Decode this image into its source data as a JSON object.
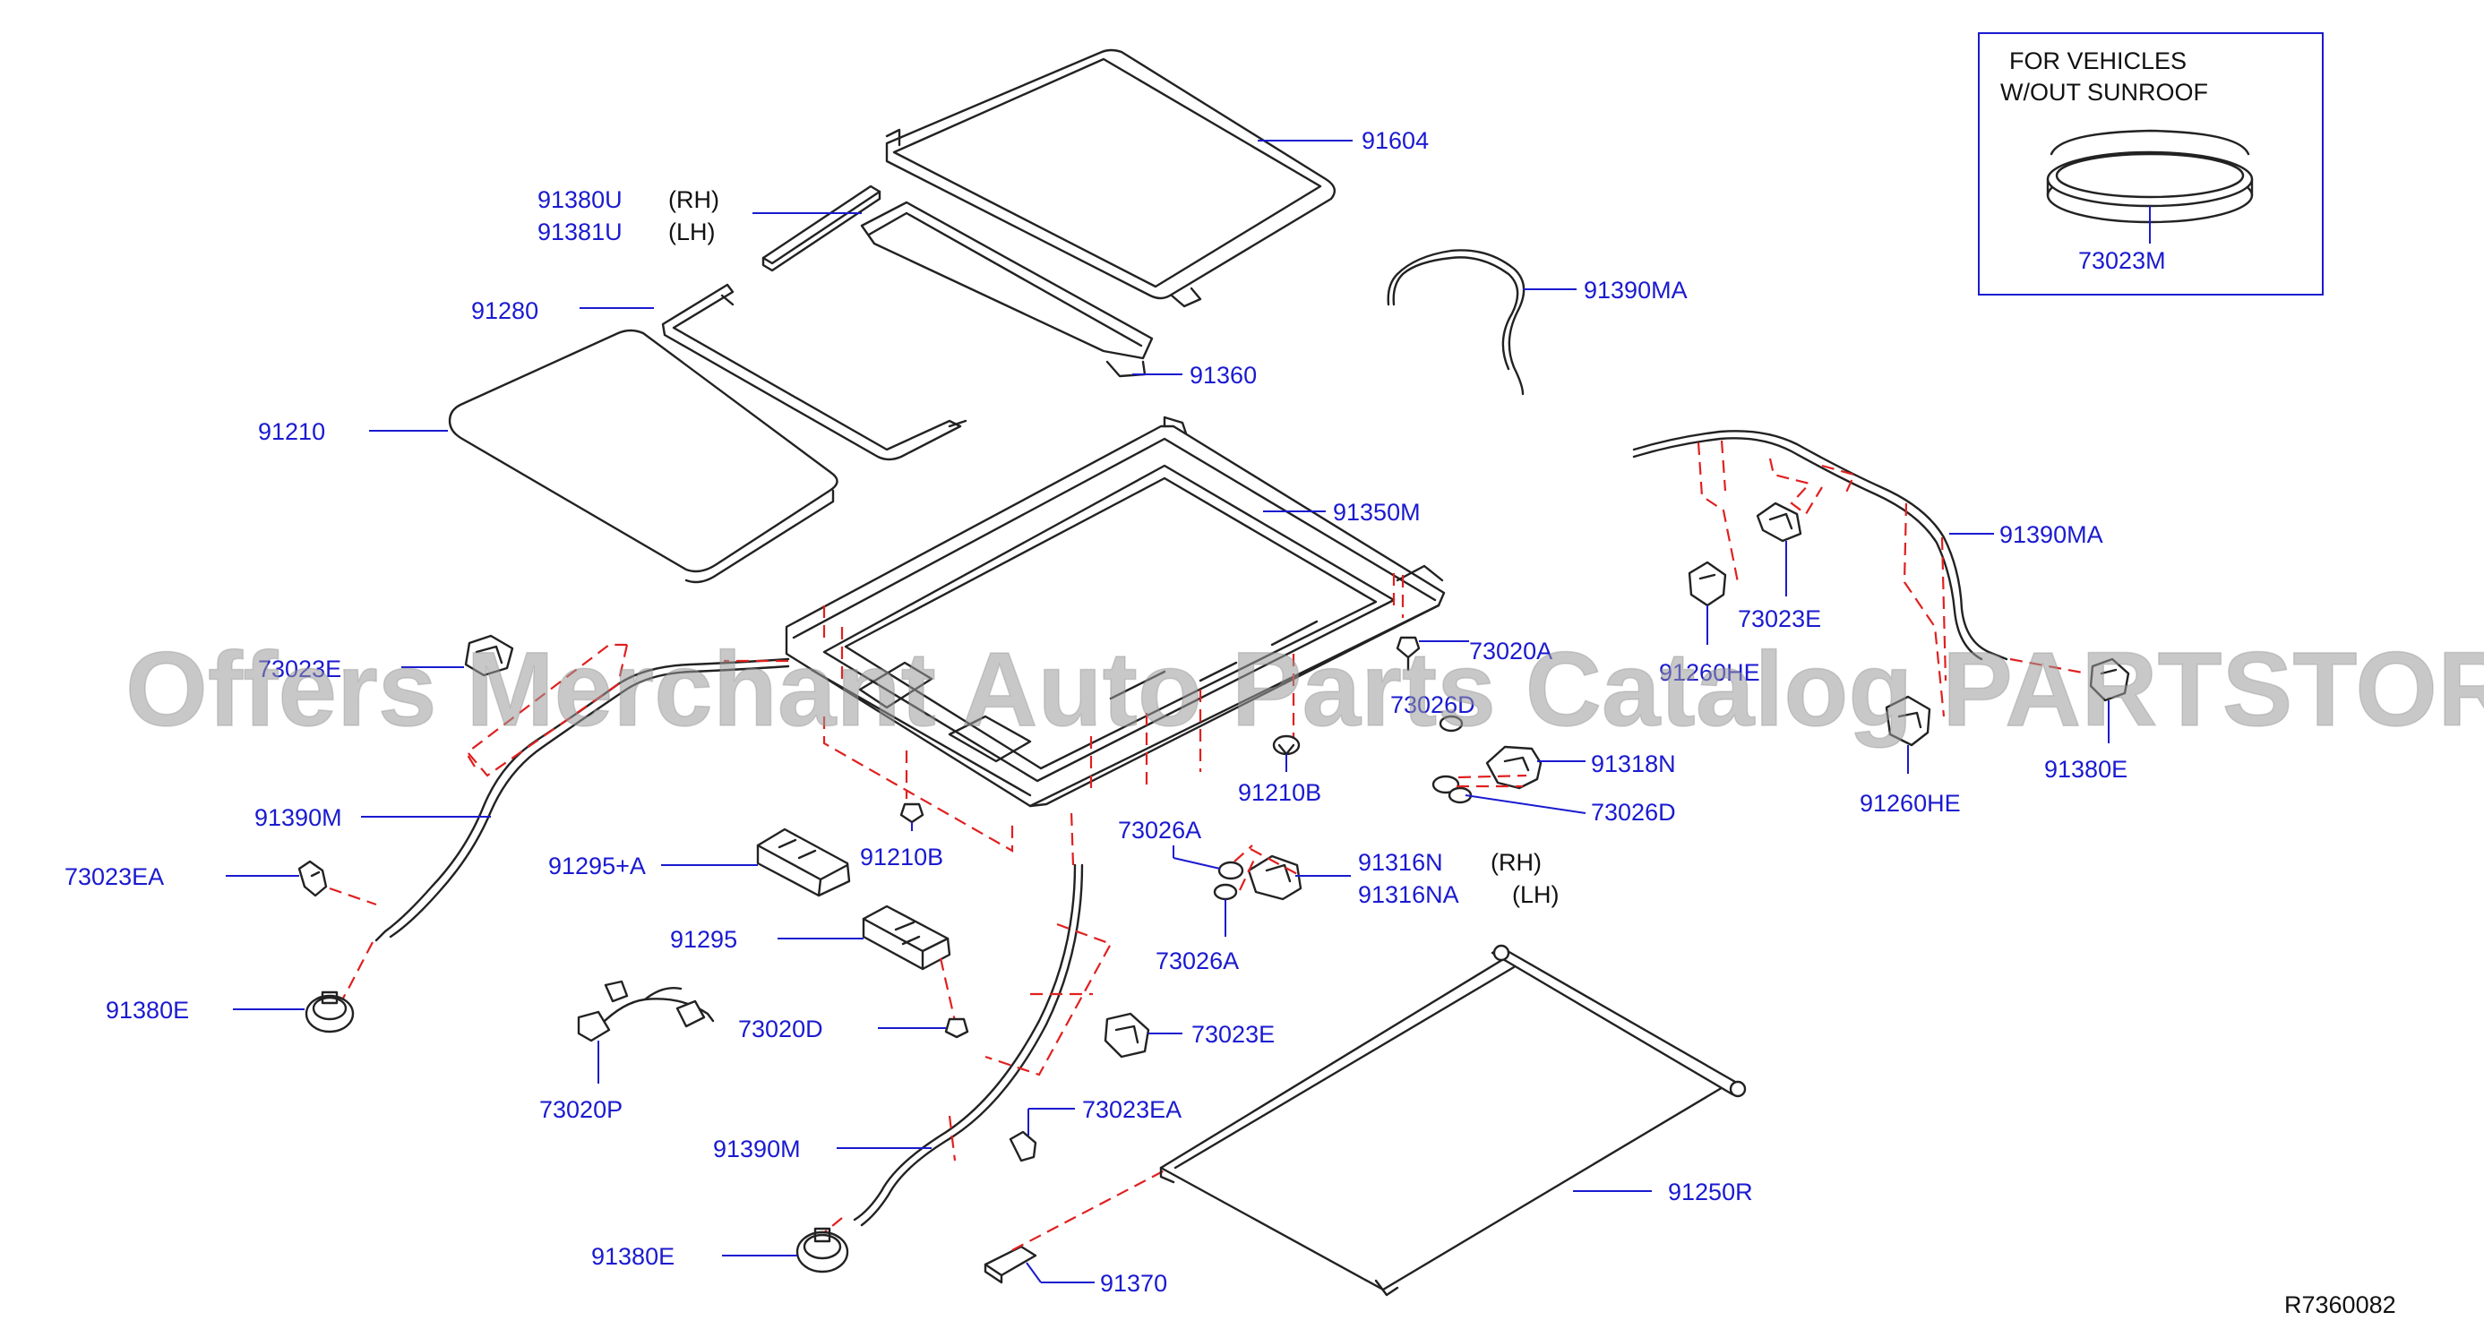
{
  "colors": {
    "label": "#1a1ad0",
    "dashed_lines": "#e02020",
    "parts": "#222222",
    "watermark": "#9a9a9a"
  },
  "inset": {
    "title_line1": "FOR  VEHICLES",
    "title_line2": "W/OUT  SUNROOF",
    "part": "73023M"
  },
  "watermark": "Offers Merchant Auto Parts Catalog PARTSTORE.SA",
  "reference": "R7360082",
  "callouts": {
    "c91604": "91604",
    "c91380U": "91380U",
    "c91380U_side": "(RH)",
    "c91381U": "91381U",
    "c91381U_side": "(LH)",
    "c91280": "91280",
    "c91210": "91210",
    "c91360": "91360",
    "c91390MA_top": "91390MA",
    "c91390MA_right": "91390MA",
    "c91350M": "91350M",
    "c73023E_left": "73023E",
    "c73023E_right": "73023E",
    "c73020A": "73020A",
    "c73026D_top": "73026D",
    "c91260HE_top": "91260HE",
    "c91318N": "91318N",
    "c73026D": "73026D",
    "c91210B_right": "91210B",
    "c91210B_left": "91210B",
    "c91390M_left": "91390M",
    "c73023EA_left": "73023EA",
    "c91295A": "91295+A",
    "c91295": "91295",
    "c91380E_left": "91380E",
    "c73020D": "73020D",
    "c73020P": "73020P",
    "c73026A_top": "73026A",
    "c73026A_bottom": "73026A",
    "c91316N": "91316N",
    "c91316N_side": "(RH)",
    "c91316NA": "91316NA",
    "c91316NA_side": "(LH)",
    "c73023E_mid": "73023E",
    "c73023EA_mid": "73023EA",
    "c91390M_mid": "91390M",
    "c91380E_bottom": "91380E",
    "c91370": "91370",
    "c91250R": "91250R",
    "c91260HE": "91260HE",
    "c91380E_right": "91380E"
  }
}
